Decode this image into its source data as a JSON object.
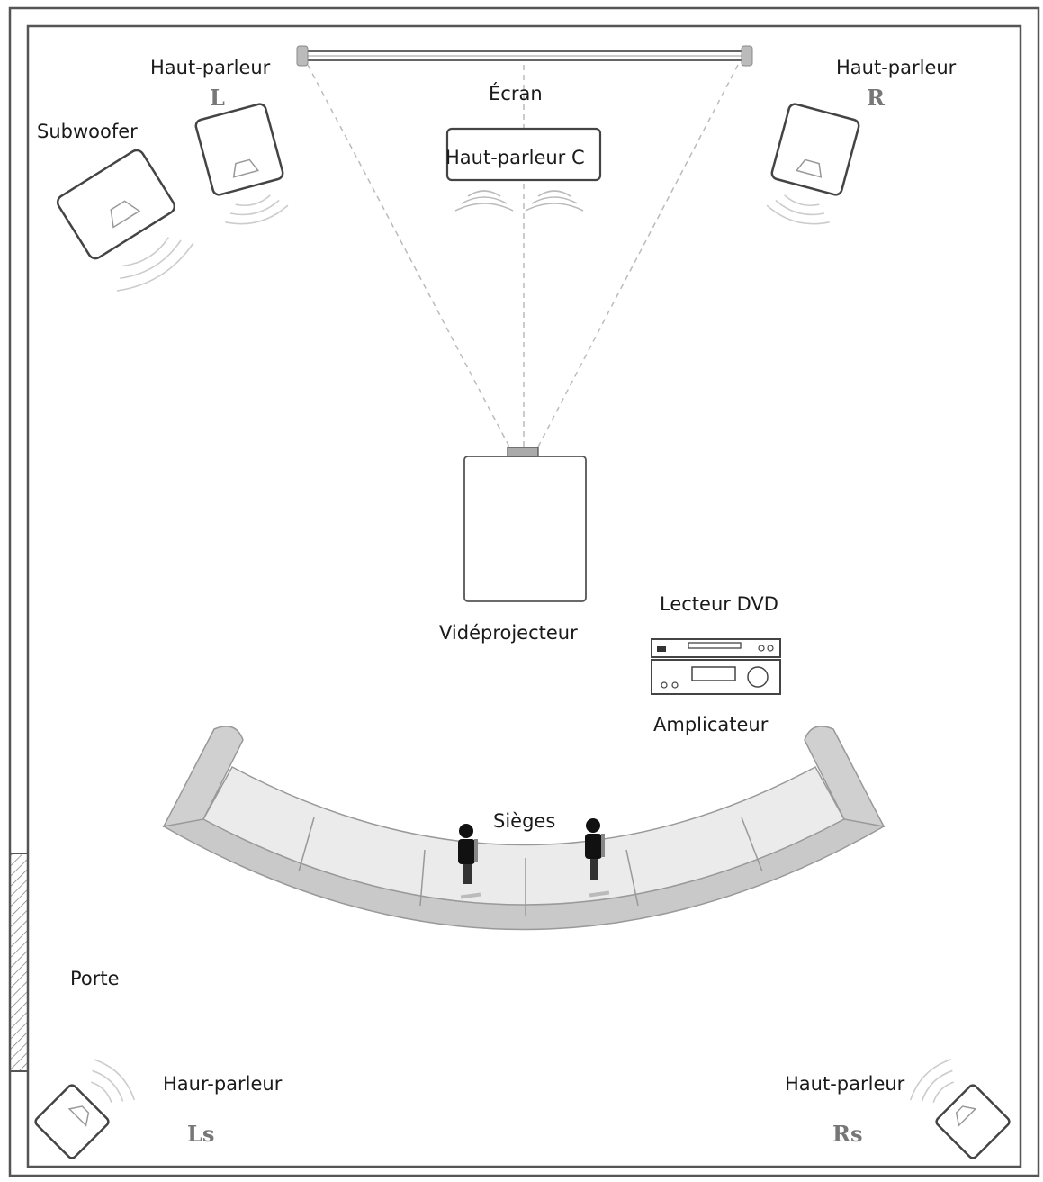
{
  "labels": {
    "speaker_l": "Haut-parleur",
    "speaker_l_channel": "L",
    "speaker_r": "Haut-parleur",
    "speaker_r_channel": "R",
    "subwoofer": "Subwoofer",
    "screen": "Écran",
    "speaker_c": "Haut-parleur C",
    "projector": "Vidéprojecteur",
    "dvd_player": "Lecteur DVD",
    "amplifier": "Amplicateur",
    "seats": "Sièges",
    "door": "Porte",
    "speaker_ls": "Haur-parleur",
    "speaker_ls_channel": "Ls",
    "speaker_rs": "Haut-parleur",
    "speaker_rs_channel": "Rs"
  }
}
